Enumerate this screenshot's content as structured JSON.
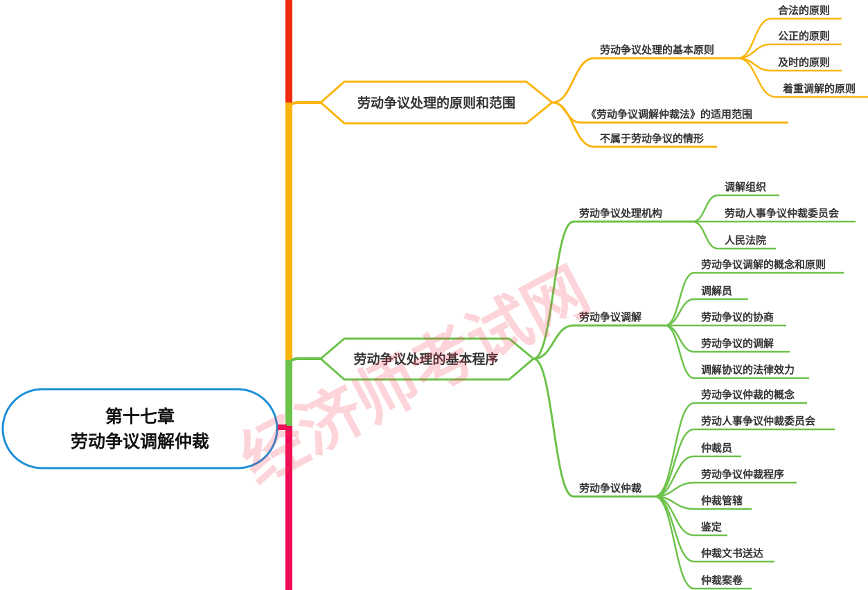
{
  "root": {
    "line1": "第十七章",
    "line2": "劳动争议调解仲裁"
  },
  "colors": {
    "trunk_top": "#ee2a0e",
    "orange": "#fbb40f",
    "green": "#6cc24a",
    "pink": "#ef0a55",
    "root_border": "#1a8fd6"
  },
  "branches": [
    {
      "label": "劳动争议处理的原则和范围",
      "children": [
        {
          "label": "劳动争议处理的基本原则",
          "children": [
            "合法的原则",
            "公正的原则",
            "及时的原则",
            "着重调解的原则"
          ]
        },
        {
          "label": "《劳动争议调解仲裁法》的适用范围",
          "children": []
        },
        {
          "label": "不属于劳动争议的情形",
          "children": []
        }
      ]
    },
    {
      "label": "劳动争议处理的基本程序",
      "children": [
        {
          "label": "劳动争议处理机构",
          "children": [
            "调解组织",
            "劳动人事争议仲裁委员会",
            "人民法院"
          ]
        },
        {
          "label": "劳动争议调解",
          "children": [
            "劳动争议调解的概念和原则",
            "调解员",
            "劳动争议的协商",
            "劳动争议的调解",
            "调解协议的法律效力"
          ]
        },
        {
          "label": "劳动争议仲裁",
          "children": [
            "劳动争议仲裁的概念",
            "劳动人事争议仲裁委员会",
            "仲裁员",
            "劳动争议仲裁程序",
            "仲裁管辖",
            "鉴定",
            "仲裁文书送达",
            "仲裁案卷"
          ]
        }
      ]
    }
  ],
  "watermark": "经济师考试网"
}
